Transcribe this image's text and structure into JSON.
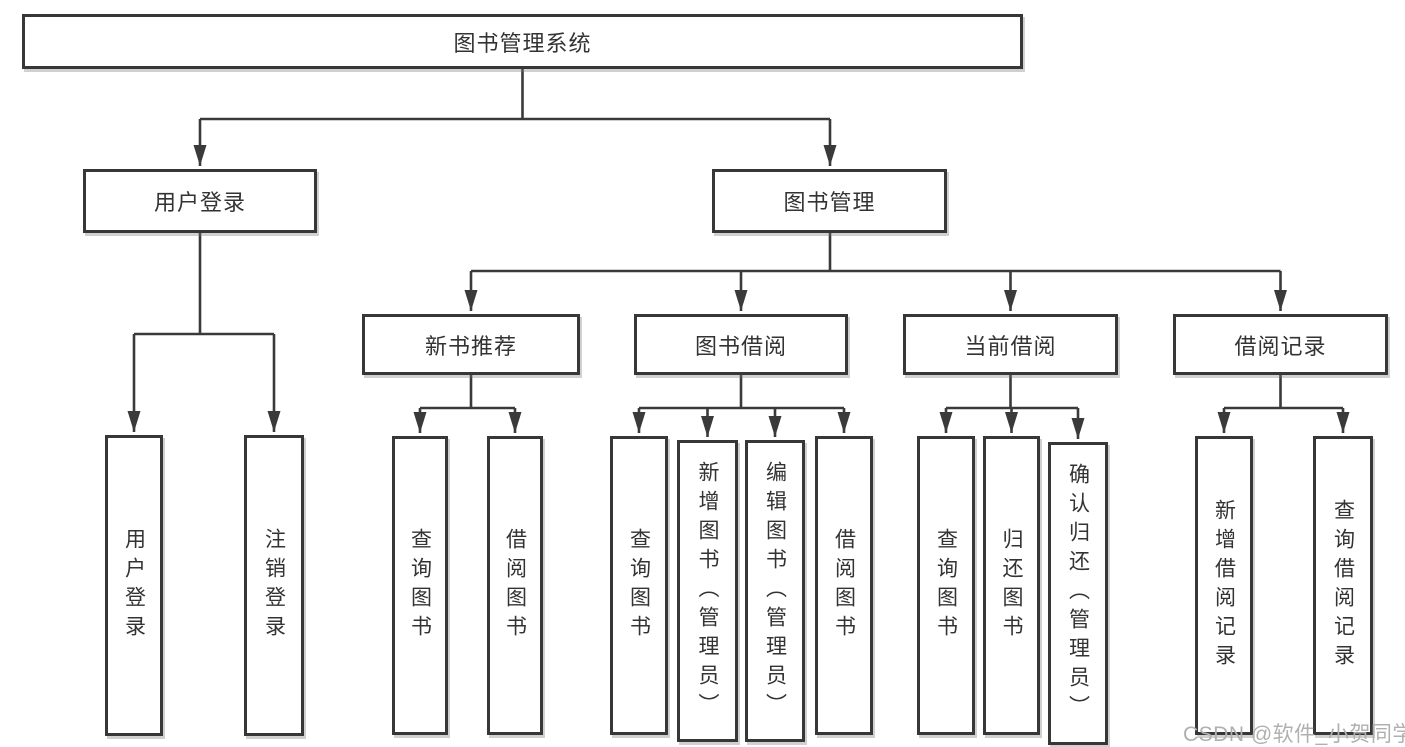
{
  "tree": {
    "label": "图书管理系统",
    "children": [
      {
        "label": "用户登录",
        "children": [
          {
            "label": "用户登录"
          },
          {
            "label": "注销登录"
          }
        ]
      },
      {
        "label": "图书管理",
        "children": [
          {
            "label": "新书推荐",
            "children": [
              {
                "label": "查询图书"
              },
              {
                "label": "借阅图书"
              }
            ]
          },
          {
            "label": "图书借阅",
            "children": [
              {
                "label": "查询图书"
              },
              {
                "label": "新增图书（管理员）"
              },
              {
                "label": "编辑图书（管理员）"
              },
              {
                "label": "借阅图书"
              }
            ]
          },
          {
            "label": "当前借阅",
            "children": [
              {
                "label": "查询图书"
              },
              {
                "label": "归还图书"
              },
              {
                "label": "确认归还（管理员）"
              }
            ]
          },
          {
            "label": "借阅记录",
            "children": [
              {
                "label": "新增借阅记录"
              },
              {
                "label": "查询借阅记录"
              }
            ]
          }
        ]
      }
    ]
  },
  "watermark": {
    "text": "CSDN @软件_小贺同学"
  },
  "colors": {
    "line": "#3a3a3a",
    "box_border": "#373737",
    "text": "#333333",
    "watermark": "#b0b0b0",
    "background": "#ffffff"
  }
}
